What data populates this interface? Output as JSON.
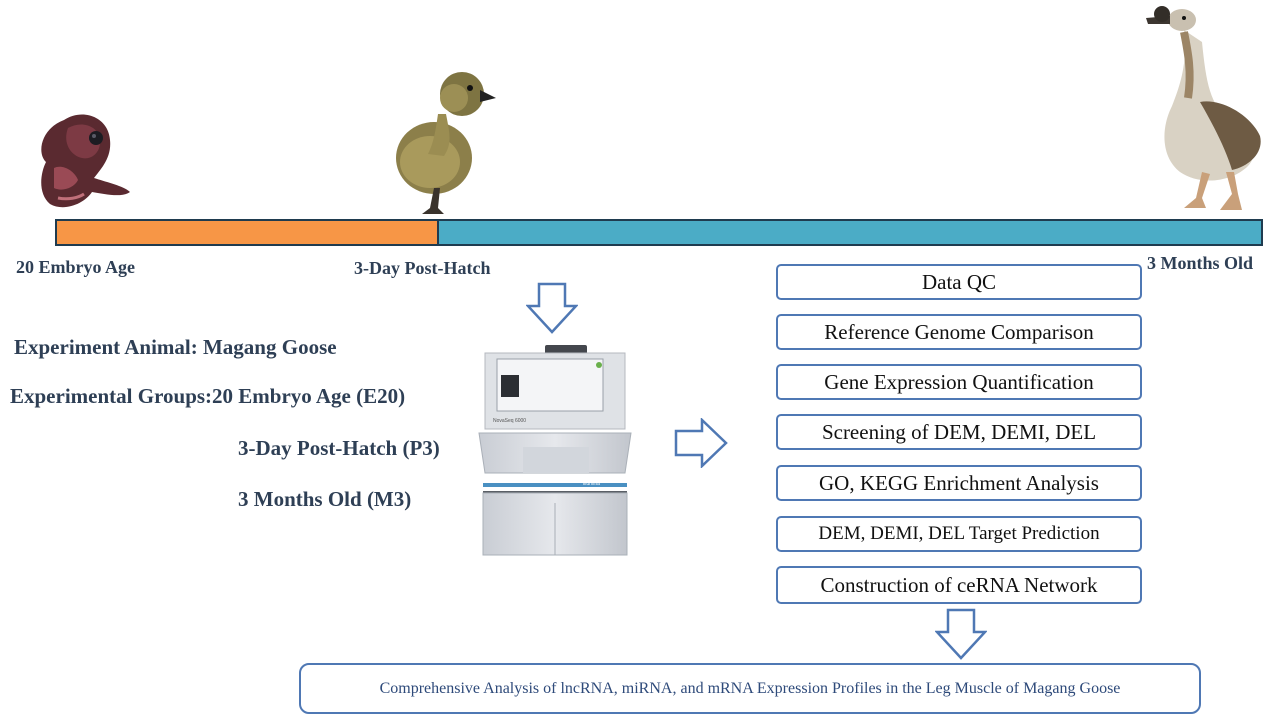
{
  "timeline": {
    "stages": [
      {
        "label": "20 Embryo Age",
        "color": "#f79646"
      },
      {
        "label": "3-Day Post-Hatch",
        "color": "#4bacc6"
      },
      {
        "label": "3 Months Old"
      }
    ]
  },
  "experiment": {
    "animal": "Experiment Animal: Magang Goose",
    "groups_label": "Experimental Groups:20 Embryo Age (E20)",
    "group_2": "3-Day Post-Hatch (P3)",
    "group_3": "3 Months Old (M3)"
  },
  "sequencer": {
    "brand": "NovaSeq 6000",
    "maker": "illumina"
  },
  "workflow": {
    "steps": [
      "Data QC",
      "Reference Genome Comparison",
      "Gene Expression Quantification",
      "Screening of DEM, DEMI, DEL",
      "GO, KEGG Enrichment Analysis",
      "DEM, DEMI, DEL Target Prediction",
      "Construction of ceRNA Network"
    ],
    "conclusion": "Comprehensive Analysis of lncRNA, miRNA, and mRNA Expression Profiles in the Leg Muscle of Magang Goose"
  },
  "colors": {
    "accent": "#4f78b4",
    "text": "#2e3f55"
  }
}
